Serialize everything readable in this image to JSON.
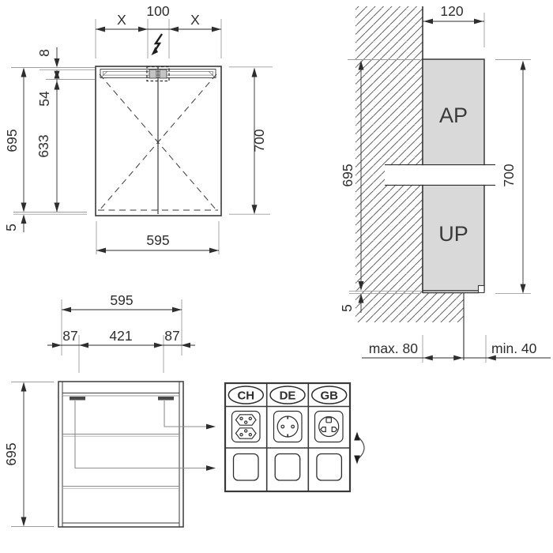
{
  "front": {
    "x_left": "X",
    "center_width": "100",
    "x_right": "X",
    "h8": "8",
    "h54": "54",
    "h633": "633",
    "h695": "695",
    "h5": "5",
    "h700": "700",
    "w595": "595"
  },
  "side": {
    "w120": "120",
    "h695": "695",
    "h700": "700",
    "h5": "5",
    "surface_mounted": "AP",
    "flush_mounted": "UP",
    "max_recess": "max. 80",
    "min_protrusion": "min. 40"
  },
  "open": {
    "w595": "595",
    "left87": "87",
    "mid421": "421",
    "right87": "87",
    "h695": "695"
  },
  "panel": {
    "labels": [
      "CH",
      "DE",
      "GB"
    ]
  },
  "colors": {
    "line": "#3a3a3a",
    "reference": "#9e9e9e",
    "cabinet_fill": "#d9d9d9",
    "hatch": "#4f4f4f"
  }
}
